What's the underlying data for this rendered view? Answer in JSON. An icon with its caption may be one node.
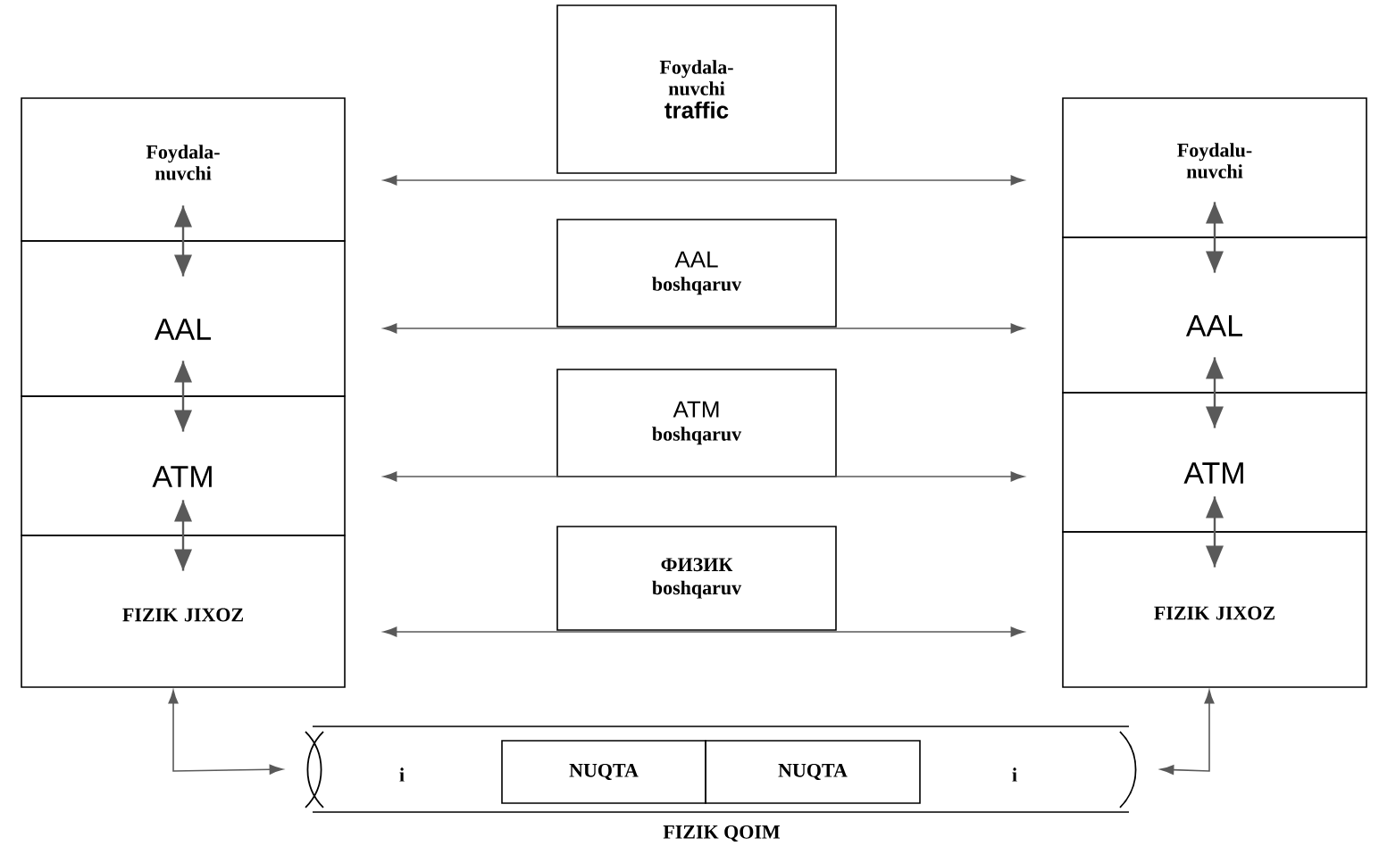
{
  "diagram": {
    "nodes": [
      {
        "text": [
          "Foydala- nuvchi"
        ]
      },
      {
        "text": [
          "AAL"
        ]
      },
      {
        "text": [
          "ATM"
        ]
      },
      {
        "text": [
          "FIZIK JIXOZ"
        ]
      },
      {
        "text": [
          "Foydalu- nuvchi"
        ]
      },
      {
        "text": [
          "AAL"
        ]
      },
      {
        "text": [
          "ATM"
        ]
      },
      {
        "text": [
          "FIZIK JIXOZ"
        ]
      },
      {
        "text": [
          "Foydala- nuvchi",
          "traffic"
        ]
      },
      {
        "text": [
          "AAL",
          "boshqaruv"
        ]
      },
      {
        "text": [
          "ATM",
          "boshqaruv"
        ]
      },
      {
        "text": [
          "ФИЗИК",
          "boshqaruv"
        ]
      },
      {
        "text": [
          "i",
          "i"
        ],
        "beside": [
          "FIZIK QOIM"
        ]
      },
      {
        "text": [
          "NUQTA"
        ],
        "in": 12
      },
      {
        "text": [
          "NUQTA"
        ],
        "in": 12
      }
    ],
    "edges": [
      {
        "from": 0,
        "to": 1,
        "arrow": "both"
      },
      {
        "from": 1,
        "to": 2,
        "arrow": "both"
      },
      {
        "from": 2,
        "to": 3,
        "arrow": "both"
      },
      {
        "from": 4,
        "to": 5,
        "arrow": "both"
      },
      {
        "from": 5,
        "to": 6,
        "arrow": "both"
      },
      {
        "from": 6,
        "to": 7,
        "arrow": "both"
      },
      {
        "from": 0,
        "to": 4,
        "arrow": "both"
      },
      {
        "from": 1,
        "to": 5,
        "arrow": "both"
      },
      {
        "from": 2,
        "to": 6,
        "arrow": "both"
      },
      {
        "from": 3,
        "to": 7,
        "arrow": "both"
      },
      {
        "from": 3,
        "to": 12,
        "arrow": "both"
      },
      {
        "from": 7,
        "to": 12,
        "arrow": "both"
      }
    ]
  }
}
